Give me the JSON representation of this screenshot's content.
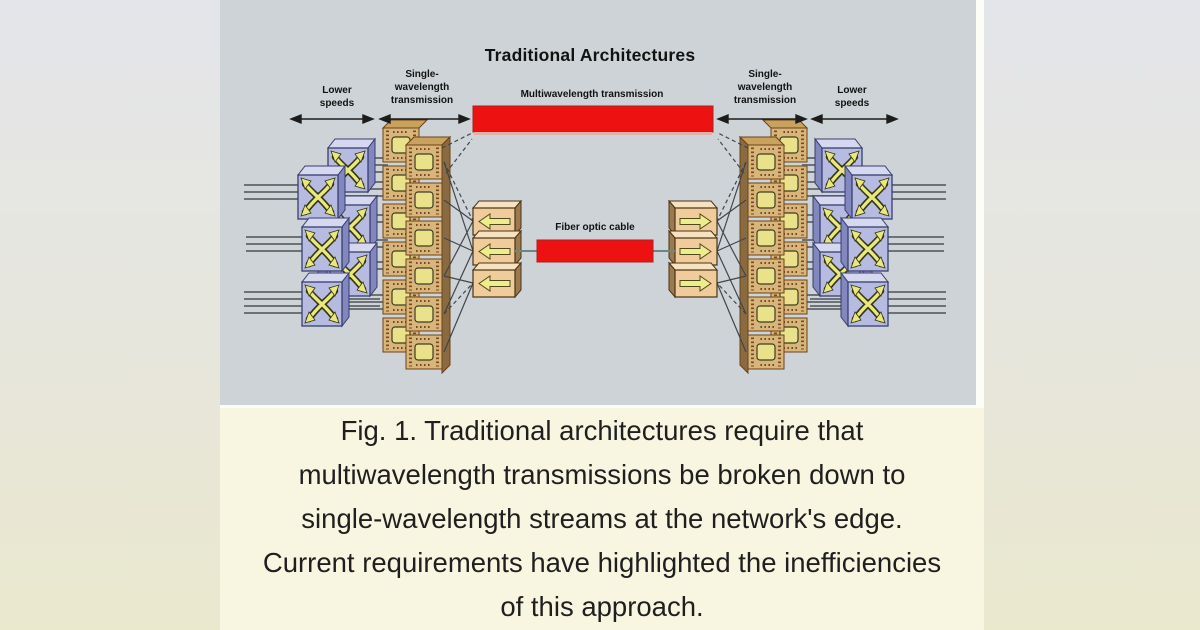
{
  "figure": {
    "title": "Traditional Architectures",
    "span_labels": {
      "lower_speeds_left": "Lower\nspeeds",
      "single_wavelength_left": "Single-\nwavelength\ntransmission",
      "multiwavelength": "Multiwavelength transmission",
      "single_wavelength_right": "Single-\nwavelength\ntransmission",
      "lower_speeds_right": "Lower\nspeeds"
    },
    "fiber_label": "Fiber optic cable",
    "icons": {
      "switch_cube": "optical-crossconnect-cube-icon",
      "transponder_stack": "transponder-stack-icon",
      "mux_box": "mux-arrow-box-icon",
      "span_arrows": "double-headed-arrow-icon"
    }
  },
  "caption": {
    "lines": [
      "Fig. 1. Traditional architectures require that",
      "multiwavelength transmissions be broken down to",
      "single-wavelength streams at the network's edge.",
      "Current requirements have highlighted the inefficiencies",
      "of this approach."
    ]
  },
  "colors": {
    "diagram_bg": "#cdd3d6",
    "caption_bg": "#f8f6e0",
    "link_red": "#ee1111",
    "cube_blue": "#b7bbe2",
    "module_tan": "#d8b67b",
    "arrow_yellow": "#efec8e",
    "line_gray": "#6d7277"
  }
}
